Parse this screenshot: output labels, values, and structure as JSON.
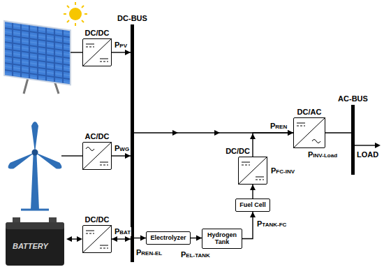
{
  "diagram": {
    "nodes": [
      {
        "text": [
          "DC-BUS"
        ]
      },
      {
        "text": [
          "DC/DC"
        ]
      },
      {
        "text": [
          "AC/DC"
        ]
      },
      {
        "text": [
          "DC/DC"
        ]
      },
      {
        "text": [
          "Electrolyzer"
        ]
      },
      {
        "text": [
          "Hydrogen Tank"
        ]
      },
      {
        "text": [
          "Fuel Cell"
        ]
      },
      {
        "text": [
          "DC/DC"
        ]
      },
      {
        "text": [
          "DC/AC"
        ]
      },
      {
        "text": [
          "AC-BUS"
        ]
      }
    ],
    "edges": [
      {
        "from": 1,
        "to": 0,
        "arrow": "to",
        "label": "PPV"
      },
      {
        "from": 2,
        "to": 0,
        "arrow": "to",
        "label": "PWG"
      },
      {
        "from": 3,
        "to": 0,
        "arrow": "both",
        "label": "PBAT"
      },
      {
        "from": 0,
        "to": 8,
        "arrow": "to",
        "label": "PREN"
      },
      {
        "from": 0,
        "to": 4,
        "arrow": "to",
        "label": "PREN-EL"
      },
      {
        "from": 4,
        "to": 5,
        "arrow": "to",
        "label": "PEL-TANK"
      },
      {
        "from": 5,
        "to": 6,
        "arrow": "to",
        "label": "PTANK-FC"
      },
      {
        "from": 6,
        "to": 7,
        "arrow": "to"
      },
      {
        "from": 7,
        "to": 8,
        "arrow": "to",
        "label": "PFC-INV"
      },
      {
        "from": 8,
        "to": 9,
        "arrow": "none",
        "label": "PINV-Load"
      }
    ],
    "labels": [
      "BATTERY",
      "LOAD"
    ]
  }
}
